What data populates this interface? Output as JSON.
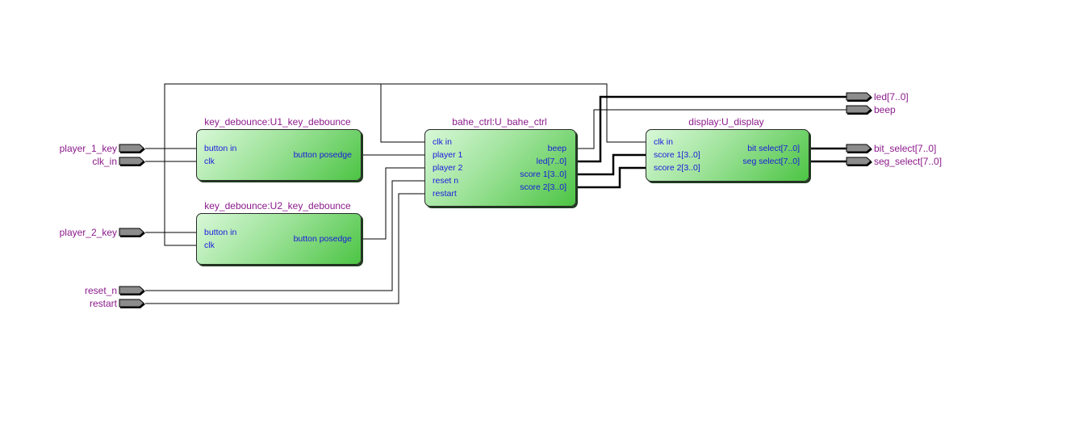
{
  "inputs": [
    {
      "name": "player_1_key"
    },
    {
      "name": "clk_in"
    },
    {
      "name": "player_2_key"
    },
    {
      "name": "reset_n"
    },
    {
      "name": "restart"
    }
  ],
  "outputs": [
    {
      "name": "led[7..0]",
      "bus": true
    },
    {
      "name": "beep",
      "bus": false
    },
    {
      "name": "bit_select[7..0]",
      "bus": true
    },
    {
      "name": "seg_select[7..0]",
      "bus": true
    }
  ],
  "blocks": {
    "u1": {
      "title": "key_debounce:U1_key_debounce",
      "inputs": [
        "button  in",
        "clk"
      ],
      "outputs": [
        "button  posedge"
      ]
    },
    "u2": {
      "title": "key_debounce:U2_key_debounce",
      "inputs": [
        "button  in",
        "clk"
      ],
      "outputs": [
        "button  posedge"
      ]
    },
    "ctrl": {
      "title": "bahe_ctrl:U_bahe_ctrl",
      "inputs": [
        "clk  in",
        "player  1",
        "player  2",
        "reset  n",
        "restart"
      ],
      "outputs": [
        "beep",
        "led[7..0]",
        "score  1[3..0]",
        "score  2[3..0]"
      ]
    },
    "disp": {
      "title": "display:U_display",
      "inputs": [
        "clk  in",
        "score  1[3..0]",
        "score  2[3..0]"
      ],
      "outputs": [
        "bit  select[7..0]",
        "seg  select[7..0]"
      ]
    }
  },
  "colors": {
    "block_start": "#d8f8d8",
    "block_end": "#4cc444",
    "title_text": "#8b1a8b",
    "port_text": "#1a1adc",
    "pin_fill": "#8c8c8c",
    "wire": "#000000"
  }
}
